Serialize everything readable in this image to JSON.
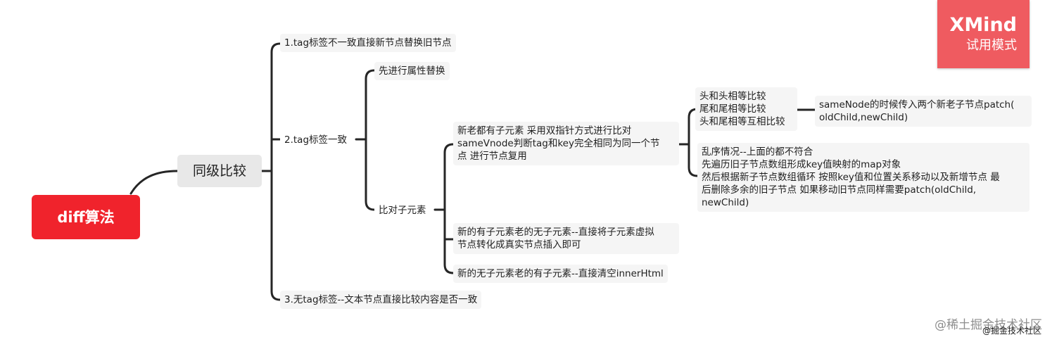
{
  "root": {
    "label": "diff算法"
  },
  "main_topic": {
    "label": "同级比较"
  },
  "branches": {
    "b1": "1.tag标签不一致直接新节点替换旧节点",
    "b2": "2.tag标签一致",
    "b3": "3.无tag标签--文本节点直接比较内容是否一致"
  },
  "tag_same": {
    "attr": "先进行属性替换",
    "children": "比对子元素"
  },
  "children_compare": {
    "both_line1": "新老都有子元素 采用双指针方式进行比对",
    "both_line2": "sameVnode判断tag和key完全相同为同一个节",
    "both_line3": "点 进行节点复用",
    "new_only_line1": "新的有子元素老的无子元素--直接将子元素虚拟",
    "new_only_line2": "节点转化成真实节点插入即可",
    "old_only": "新的无子元素老的有子元素--直接清空innerHtml"
  },
  "both_children": {
    "compare_line1": "头和头相等比较",
    "compare_line2": "尾和尾相等比较",
    "compare_line3": "头和尾相等互相比较",
    "patch_line1": "sameNode的时候传入两个新老子节点patch(",
    "patch_line2": "oldChild,newChild)",
    "disorder_line1": "乱序情况--上面的都不符合",
    "disorder_line2": "先遍历旧子节点数组形成key值映射的map对象",
    "disorder_line3": "然后根据新子节点数组循环  按照key值和位置关系移动以及新增节点 最",
    "disorder_line4": "后删除多余的旧子节点 如果移动旧节点同样需要patch(oldChild,",
    "disorder_line5": "newChild)"
  },
  "badge": {
    "brand": "XMind",
    "mode": "试用模式"
  },
  "watermark": {
    "text": "@稀土掘金技术社区",
    "text_small": "@掘金技术社区"
  },
  "colors": {
    "root": "#f0232c",
    "badge": "#ef5b60",
    "line": "#262626",
    "node_bg": "#f5f5f5"
  }
}
